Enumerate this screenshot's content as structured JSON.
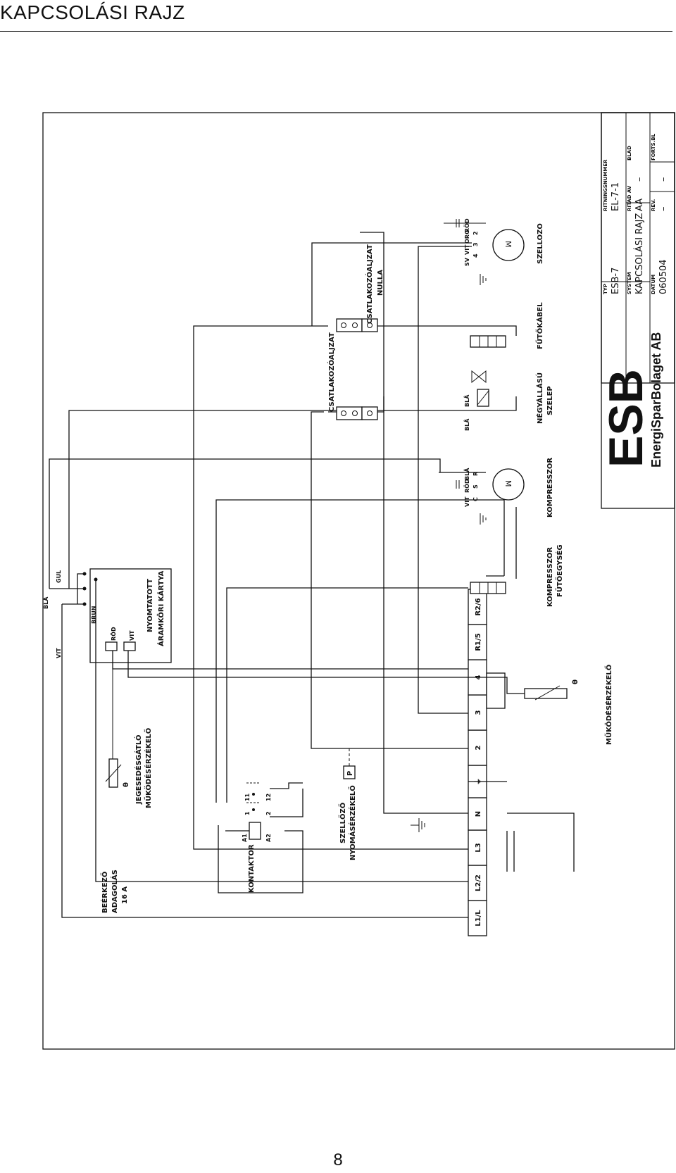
{
  "header": {
    "title": "KAPCSOLÁSI RAJZ"
  },
  "footer": {
    "page_number": "8"
  },
  "labels": {
    "csatlakozoaljzat": "CSATLAKOZÓALJZAT",
    "csatlakozoaljzat_nulla_1": "CSATLAKOZÓALJZAT",
    "csatlakozoaljzat_nulla_2": "NULLA",
    "szellozo": "SZELLOZO",
    "futokabel": "FŰTŐKÁBEL",
    "negyallasu_1": "NÉGYÁLLÁSÚ",
    "negyallasu_2": "SZELEP",
    "kompresszor": "KOMPRESSZOR",
    "kompresszor_futo_1": "KOMPRESSZOR",
    "kompresszor_futo_2": "FŰTŐEGYSÉG",
    "mukodeserzekelo": "MŰKÖDÉSÉRZÉKELŐ",
    "nyomtatott_1": "NYOMTATOTT",
    "nyomtatott_2": "ÁRAMKÖRI KÁRTYA",
    "jeges_1": "JEGESEDÉSGÁTLÓ",
    "jeges_2": "MŰKÖDÉSÉRZÉKELŐ",
    "szellozo_nyomas_1": "SZELLŐZŐ",
    "szellozo_nyomas_2": "NYOMÁSÉRZÉKELŐ",
    "kontaktor": "KONTAKTOR",
    "beerkezo_1": "BEÉRKEZŐ",
    "beerkezo_2": "ADAGOLÁS",
    "beerkezo_3": "16 A",
    "motor": "M",
    "pressure_switch": "P",
    "theta": "θ"
  },
  "wire_colors": {
    "vit": "VIT",
    "bla": "BLÅ",
    "gul": "GUL",
    "brun": "BRUN",
    "rod": "RÖD",
    "org": "ORG",
    "sv": "SV",
    "vit_b": "VIT",
    "rod_b": "RÖD",
    "bla_v1": "BLÅ",
    "bla_v2": "BLÅ",
    "bla_c": "BLÅ",
    "vit_c": "VIT",
    "rod_c": "RÖD",
    "vit_s": "VIT",
    "rod_s": "RÖD"
  },
  "pin_labels": {
    "fan_2": "2",
    "fan_3": "3",
    "fan_4": "4",
    "comp_c": "C",
    "comp_s": "S",
    "comp_r": "R",
    "contactor_a1": "A1",
    "contactor_a2": "A2",
    "contact_11": "11",
    "contact_12": "12",
    "contact_1": "1",
    "contact_2": "2"
  },
  "terminal_block": [
    "L1/L",
    "L2/2",
    "L3",
    "N",
    "⏚",
    "2",
    "3",
    "4",
    "R1/5",
    "R2/6"
  ],
  "title_block": {
    "typ_label": "TYP",
    "typ_value": "ESB-7",
    "ritning_label": "RITNINGSNUMMER",
    "ritning_value": "EL-7-1",
    "system_label": "SYSTEM",
    "system_value": "KAPCSOLÁSI RAJZ",
    "ritad_label": "RITAD AV",
    "ritad_value": "AA",
    "blad_label": "BLAD",
    "blad_value": "–",
    "datum_label": "DATUM",
    "datum_value": "060504",
    "rev_label": "REV.",
    "rev_value": "–",
    "forts_label": "FORTS.BL",
    "forts_value": "–",
    "logo_text": "ESB",
    "company": "EnergiSparBolaget AB"
  }
}
